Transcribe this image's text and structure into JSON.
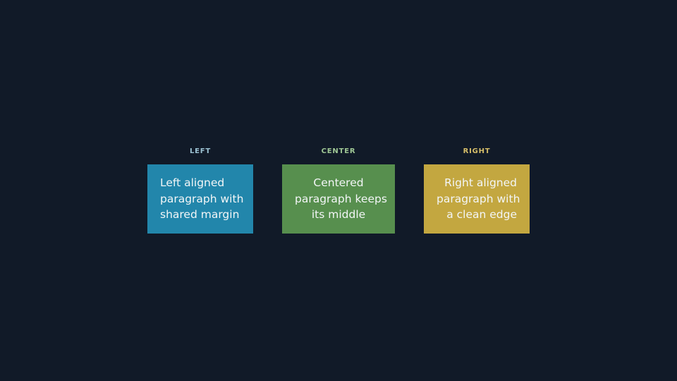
{
  "slide": {
    "background_color": "#111a28",
    "text_color": "#f3f6f7",
    "columns": [
      {
        "label": "LEFT",
        "label_color": "#9cc2d3",
        "box_color": "#2286ab",
        "align": "left",
        "lines": [
          "Left aligned",
          "paragraph with",
          "shared margin"
        ]
      },
      {
        "label": "CENTER",
        "label_color": "#9fc795",
        "box_color": "#578f4e",
        "align": "center",
        "lines": [
          "Centered",
          "paragraph keeps",
          "its middle"
        ]
      },
      {
        "label": "RIGHT",
        "label_color": "#d6be69",
        "box_color": "#c3a740",
        "align": "right",
        "lines": [
          "Right aligned",
          "paragraph with",
          "a clean edge"
        ]
      }
    ]
  }
}
